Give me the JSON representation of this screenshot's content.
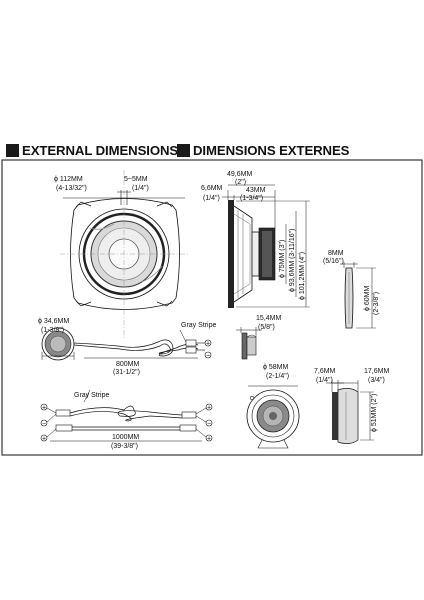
{
  "headings": {
    "external": "EXTERNAL DIMENSIONS",
    "externes": "DIMENSIONS EXTERNES"
  },
  "woofer": {
    "dia_mm": "ϕ 112MM",
    "dia_in": "(4-13/32\")",
    "slot_mm": "5~5MM",
    "slot_in": "(1/4\")",
    "overall_mm": "49,6MM",
    "overall_in": "(2\")",
    "flange_mm": "6,6MM",
    "flange_in": "(1/4\")",
    "depth_mm": "43MM",
    "depth_in": "(1-3/4\")",
    "d75": "ϕ 75MM (3\")",
    "d936": "ϕ 93,6MM (3-11/16\")",
    "d1012": "ϕ 101,2MM (4\")"
  },
  "tweeter_side": {
    "w_mm": "8MM",
    "w_in": "(5/16\")",
    "h_mm": "ϕ 60MM",
    "h_in": "(2-3/8\")"
  },
  "crossover": {
    "dia_mm": "ϕ 34,6MM",
    "dia_in": "(1-3/8\")",
    "stripe": "Gray Stripe",
    "len_mm": "800MM",
    "len_in": "(31-1/2\")"
  },
  "cable": {
    "stripe": "Gray Stripe",
    "len_mm": "1000MM",
    "len_in": "(39-3/8\")"
  },
  "tweeter_mount": {
    "h_mm": "15,4MM",
    "h_in": "(5/8\")",
    "dia_mm": "ϕ 58MM",
    "dia_in": "(2-1/4\")",
    "a_mm": "7,6MM",
    "a_in": "(1/4\")",
    "b_mm": "17,6MM",
    "b_in": "(3/4\")",
    "d51": "ϕ 51MM (2\")"
  },
  "colors": {
    "ink": "#111111",
    "frame": "#222222",
    "background": "#ffffff"
  }
}
